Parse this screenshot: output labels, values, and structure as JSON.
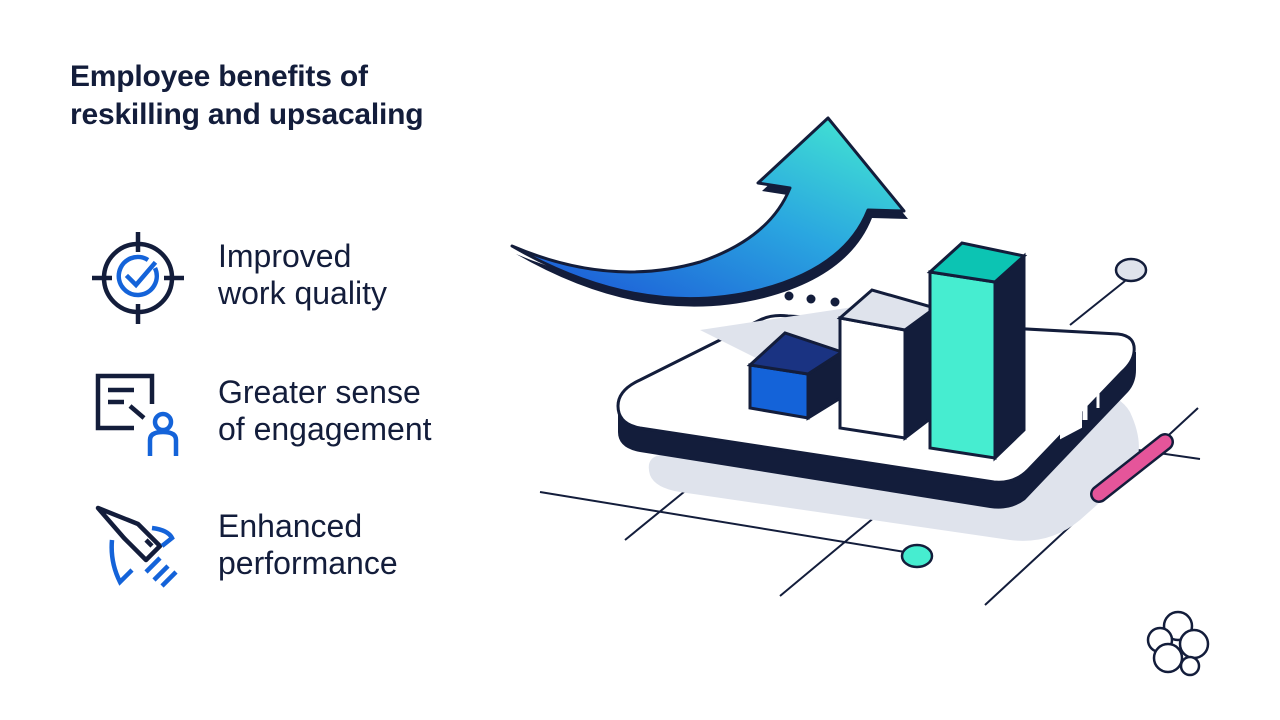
{
  "heading": {
    "line1": "Employee benefits of",
    "line2": "reskilling and upsacaling"
  },
  "benefits": [
    {
      "icon": "target-check-icon",
      "line1": "Improved",
      "line2": "work quality"
    },
    {
      "icon": "presentation-person-icon",
      "line1": "Greater sense",
      "line2": "of engagement"
    },
    {
      "icon": "rocket-icon",
      "line1": "Enhanced",
      "line2": "performance"
    }
  ],
  "colors": {
    "navy": "#131d3b",
    "blue": "#1463d9",
    "teal": "#46edd0",
    "pink": "#e5559a",
    "light_gray": "#dfe3ec"
  },
  "illustration": {
    "icon": "growth-bar-chart-arrow-icon"
  },
  "logo": {
    "icon": "brand-logo-icon"
  }
}
